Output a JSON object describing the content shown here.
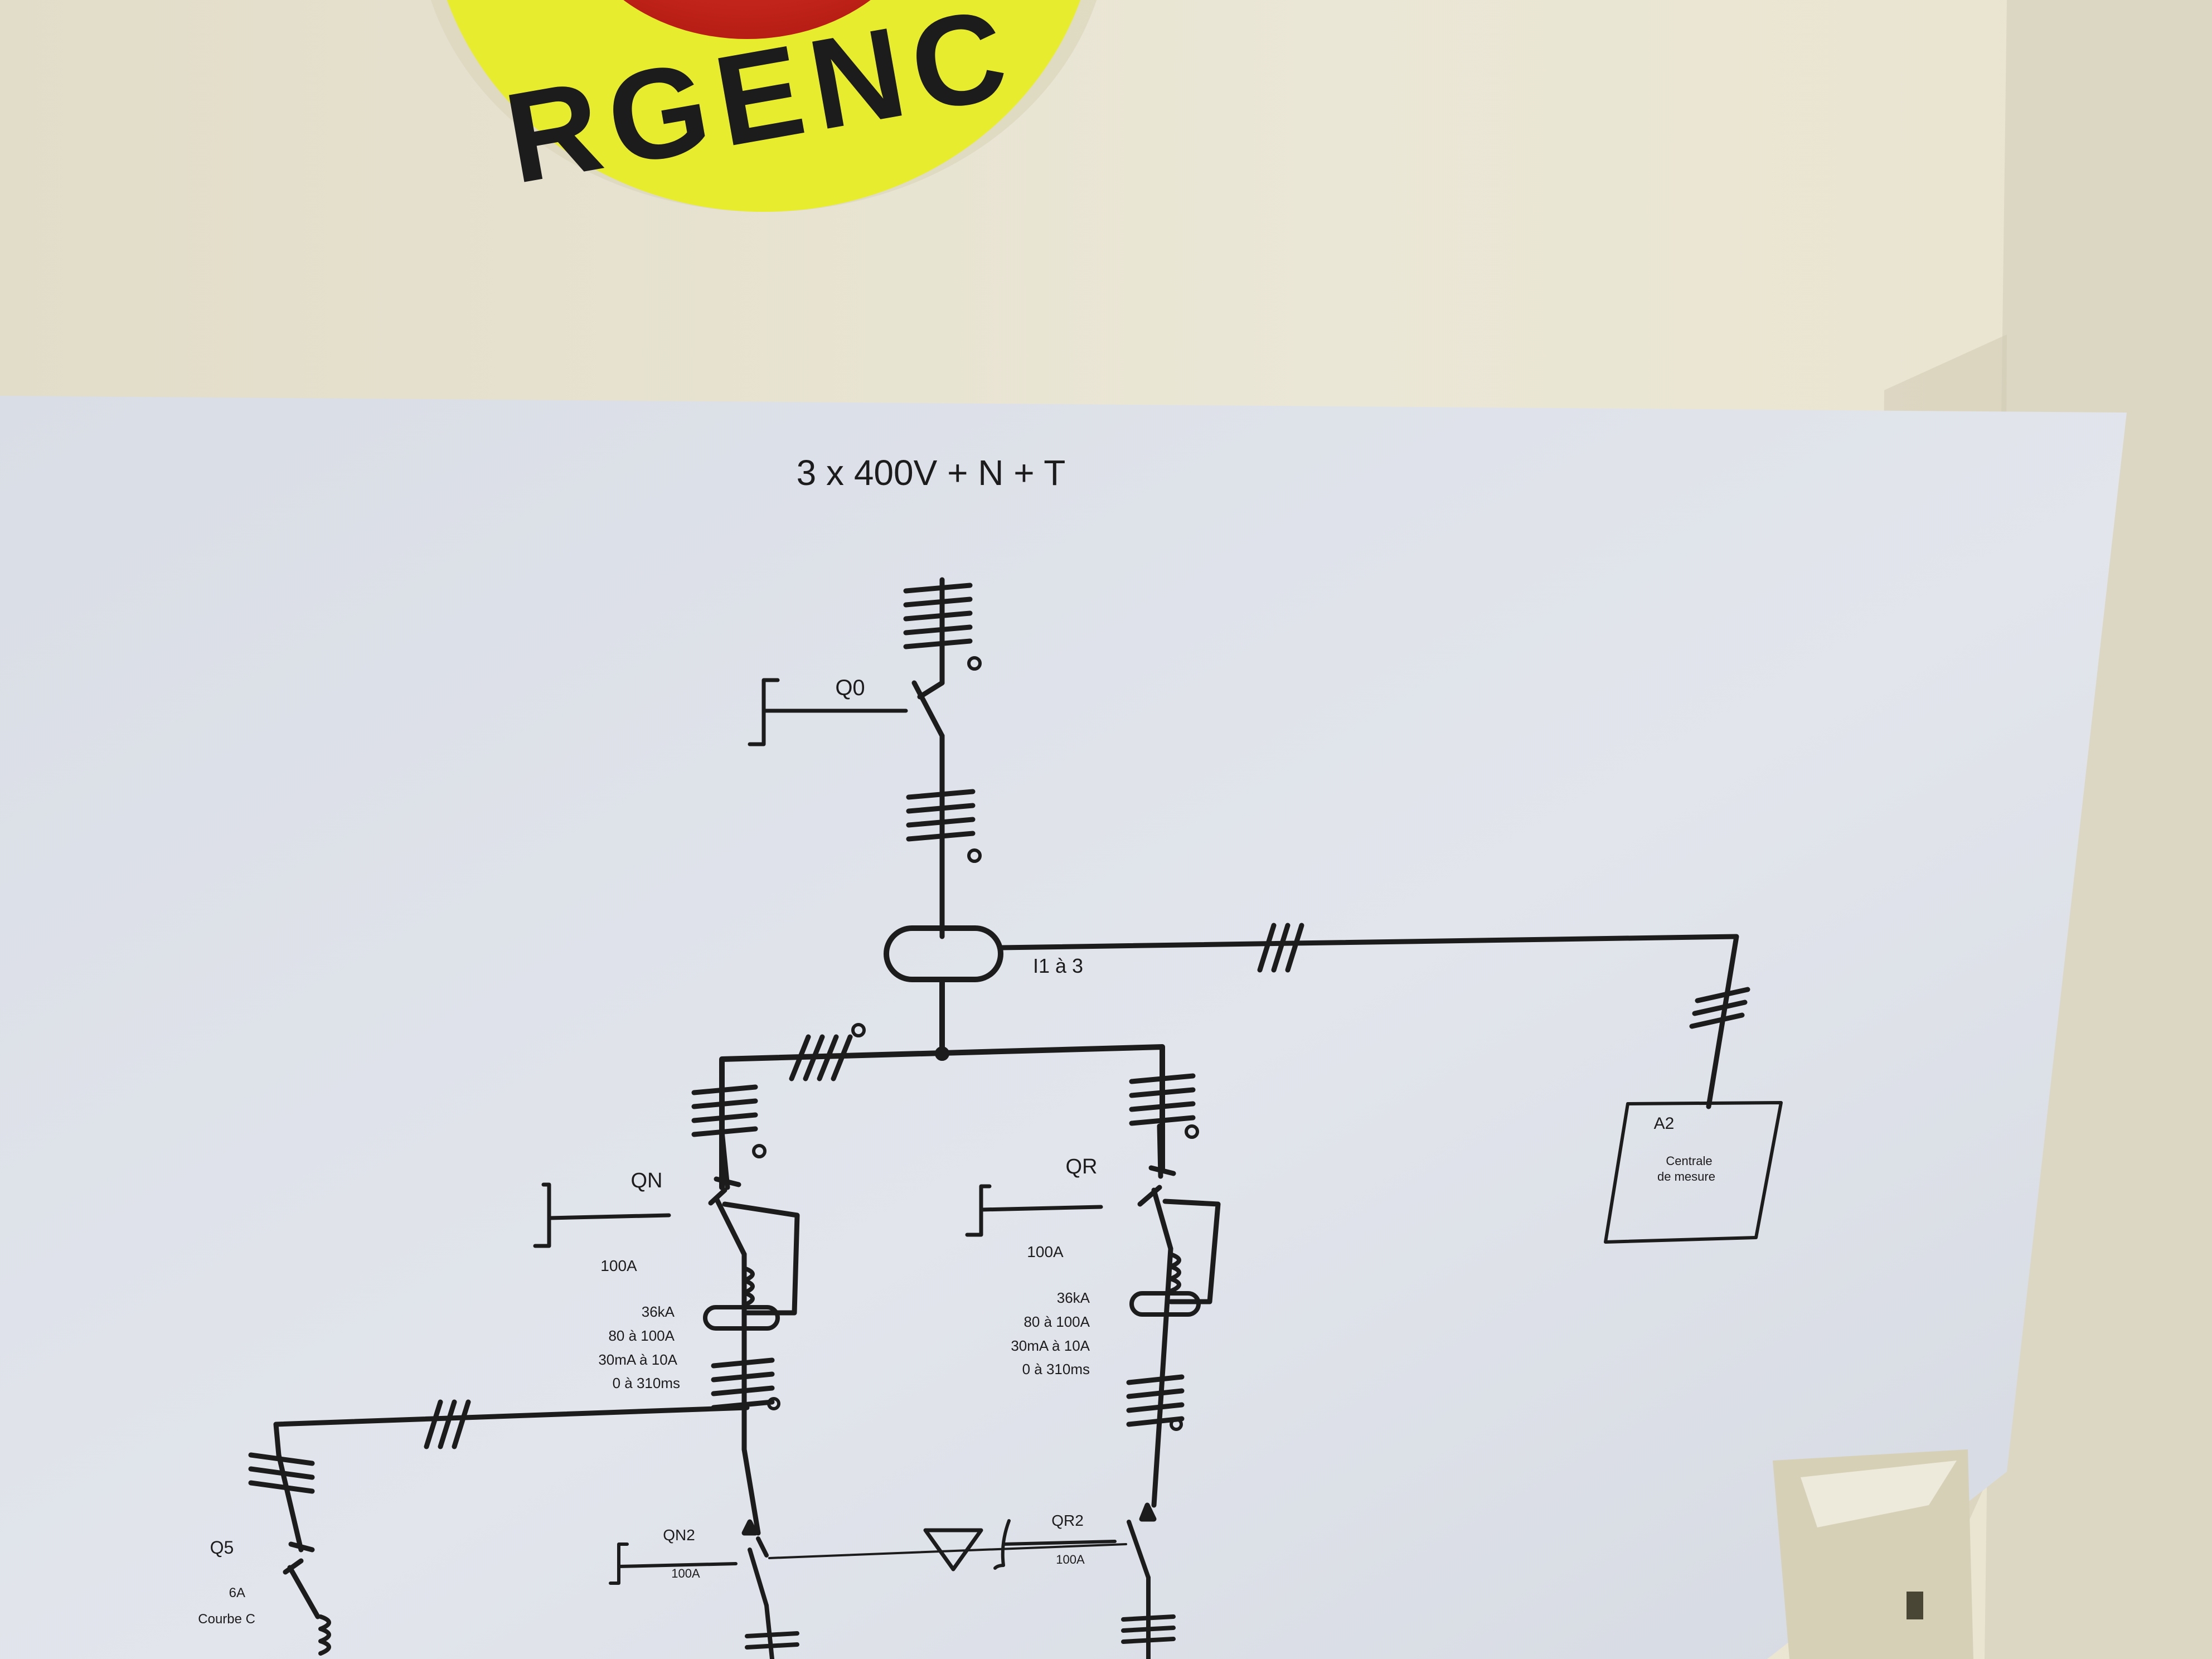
{
  "emergency_sign": {
    "text": "URGENCE",
    "visible_text": "RGENC",
    "ring_color": "#e8ec2e",
    "button_color": "#d92a1f"
  },
  "diagram": {
    "supply": "3 x 400V + N + T",
    "breakers": {
      "q0": {
        "name": "Q0"
      },
      "qn": {
        "name": "QN",
        "rating": "100A",
        "specs": [
          "36kA",
          "80 à 100A",
          "30mA à 10A",
          "0 à 310ms"
        ]
      },
      "qr": {
        "name": "QR",
        "rating": "100A",
        "specs": [
          "36kA",
          "80 à 100A",
          "30mA à 10A",
          "0 à 310ms"
        ]
      },
      "qn2": {
        "name": "QN2",
        "rating": "100A"
      },
      "qr2": {
        "name": "QR2",
        "rating": "100A"
      },
      "q5": {
        "name": "Q5",
        "rating": "6A",
        "curve": "Courbe C"
      }
    },
    "current_transformer": {
      "label": "I1 à 3"
    },
    "meter": {
      "name": "A2",
      "line1": "Centrale",
      "line2": "de mesure"
    }
  },
  "colors": {
    "wall": "#e6e1cf",
    "paper": "#dfe3ea",
    "ink": "#1c1c1c"
  }
}
